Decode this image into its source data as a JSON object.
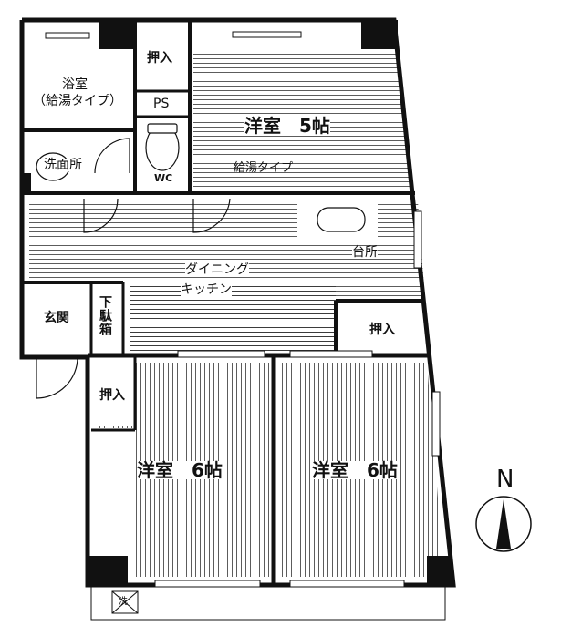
{
  "rooms": {
    "bath": "浴室",
    "bath_sub": "（給湯タイプ）",
    "closet_top": "押入",
    "ps": "PS",
    "western_5": "洋室　5帖",
    "western_5_note": "給湯タイプ",
    "washroom": "洗面所",
    "wc": "WC",
    "kitchen_corner": "台所",
    "dining_line1": "ダイニング",
    "dining_line2": "キッチン",
    "entrance": "玄関",
    "shoe_box": "下駄箱",
    "closet_right": "押入",
    "closet_left": "押入",
    "western_6_left": "洋室　6帖",
    "western_6_right": "洋室　6帖",
    "washer": "洗"
  },
  "compass": {
    "north": "N"
  }
}
